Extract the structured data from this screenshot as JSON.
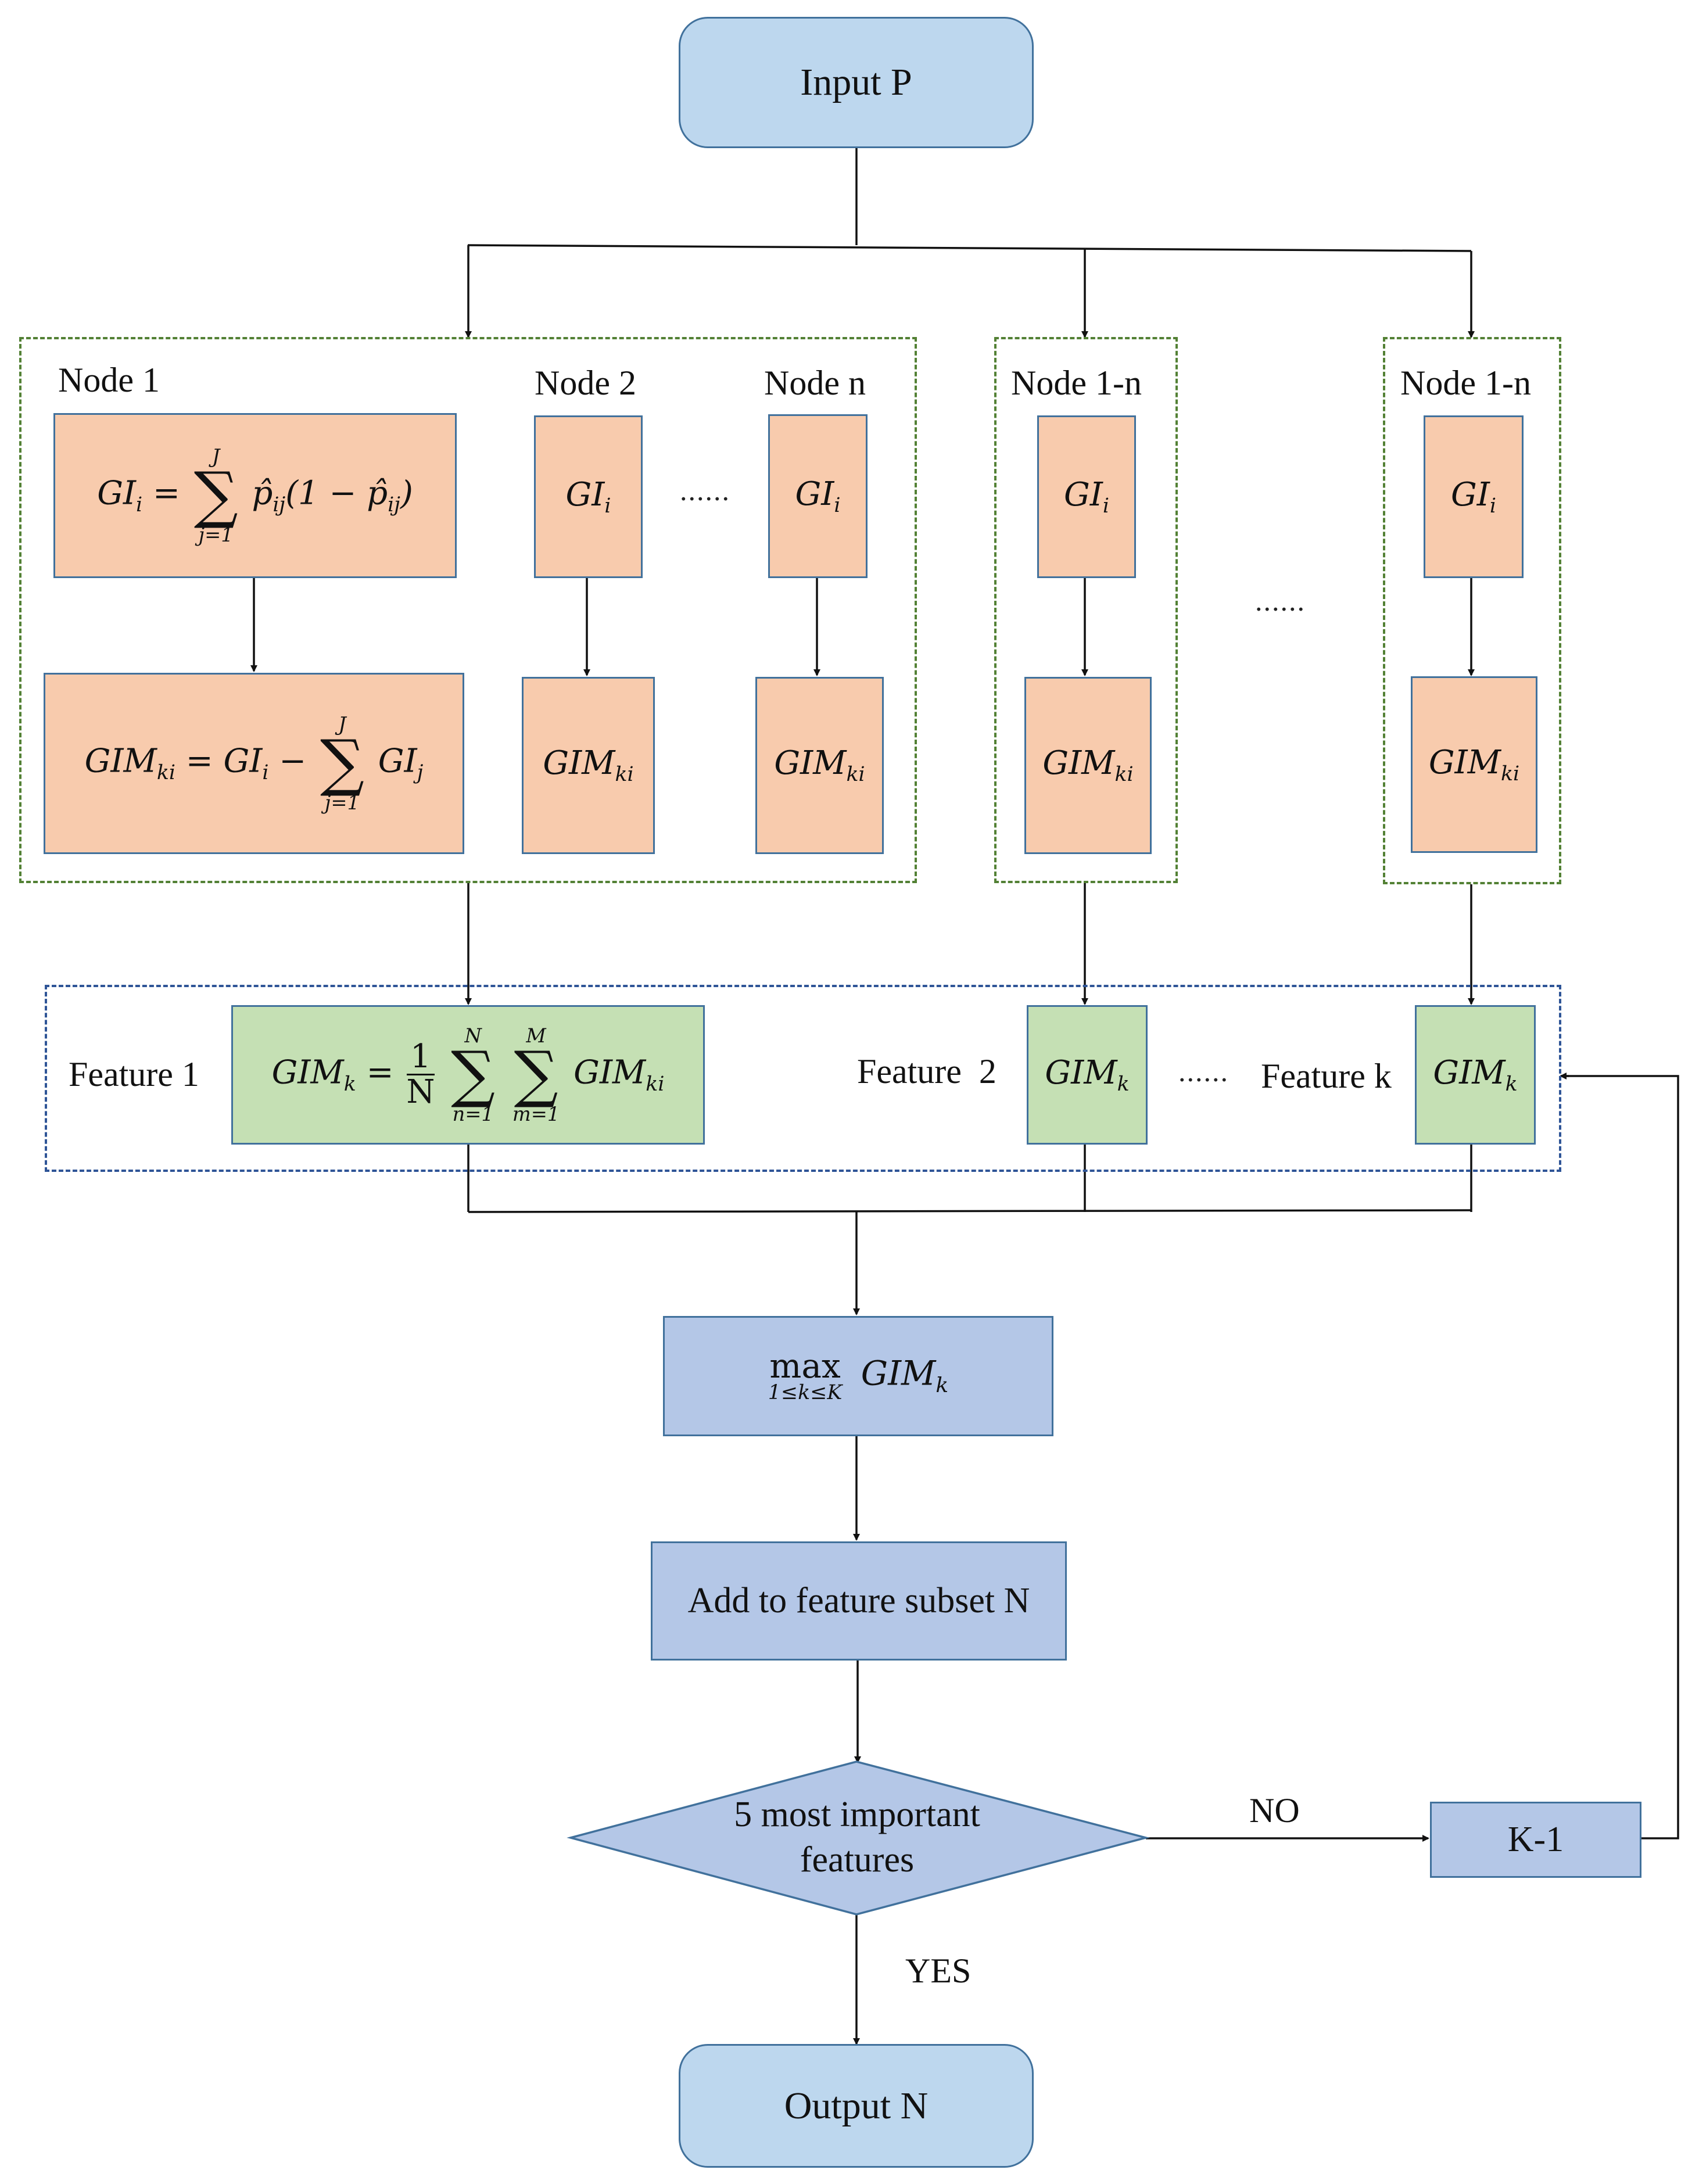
{
  "input": "Input P",
  "output": "Output N",
  "nodes": {
    "node1": "Node 1",
    "node2": "Node 2",
    "noden": "Node n",
    "node1n_a": "Node 1-n",
    "node1n_b": "Node 1-n"
  },
  "features": {
    "f1": "Feature 1",
    "f2": "Feature  2",
    "fk": "Feature k"
  },
  "formula": {
    "gi_lhs": "GI",
    "gi_sub": "i",
    "gim": "GIM",
    "gim_ki_sub": "ki",
    "gim_k_sub": "k",
    "j_upper": "J",
    "j_lower": "j=1",
    "n_upper": "N",
    "n_lower": "n=1",
    "m_upper": "M",
    "m_lower": "m=1",
    "p_hat_ij": "p̂",
    "ij_sub": "ij",
    "gi_j_sub": "j",
    "one": "1",
    "frac_den": "N",
    "max_word": "max",
    "max_lim": "1≤k≤K"
  },
  "steps": {
    "add_subset": "Add to feature subset N",
    "decision": "5 most important features",
    "k_minus": "K-1",
    "no": "NO",
    "yes": "YES"
  },
  "ellipsis": {
    "short": "......",
    "mid": "......",
    "feat": "......"
  },
  "colors": {
    "rounded_fill": "#bdd7ee",
    "orange_fill": "#f8cbad",
    "green_fill": "#c5e0b4",
    "blue_fill": "#b4c7e7",
    "border": "#41719c",
    "node_group_border": "#538135",
    "feature_group_border": "#2f5597"
  }
}
